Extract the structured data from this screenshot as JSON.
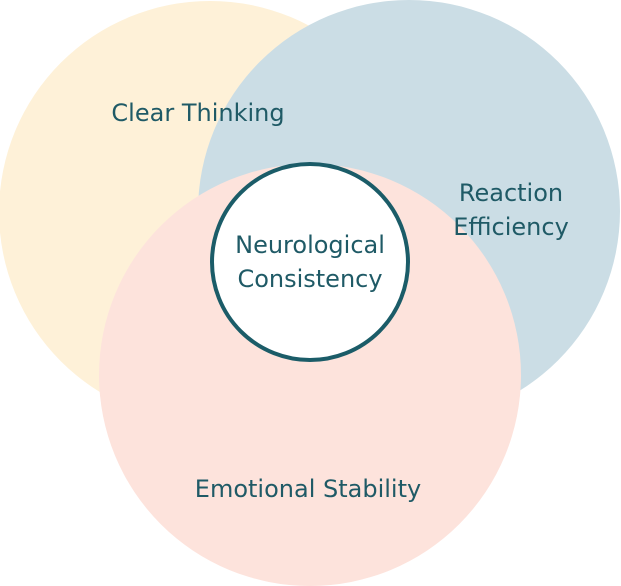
{
  "diagram": {
    "type": "overlapping-circles",
    "circles": [
      {
        "id": "clear-thinking",
        "label": "Clear Thinking",
        "color": "#fef1d8"
      },
      {
        "id": "reaction-efficiency",
        "label": "Reaction\nEfficiency",
        "color": "#cbdde5"
      },
      {
        "id": "emotional-stability",
        "label": "Emotional Stability",
        "color": "#fde3dc"
      }
    ],
    "center": {
      "label": "Neurological\nConsistency",
      "fill": "#ffffff",
      "stroke": "#1b5c68"
    },
    "text_color": "#1f5a66"
  }
}
